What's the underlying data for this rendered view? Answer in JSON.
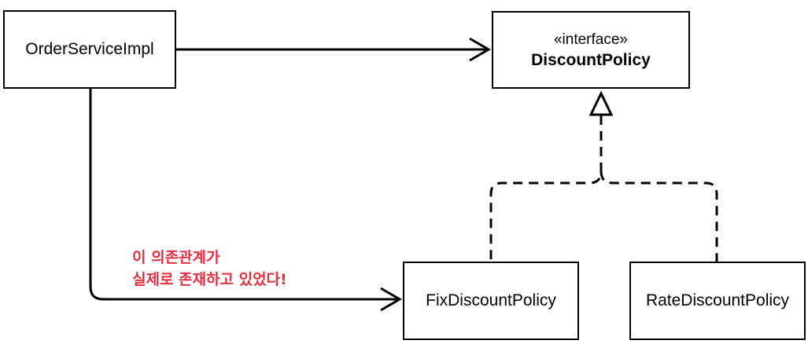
{
  "nodes": {
    "order_service": {
      "label": "OrderServiceImpl"
    },
    "discount_policy": {
      "stereotype": "«interface»",
      "name": "DiscountPolicy"
    },
    "fix_policy": {
      "label": "FixDiscountPolicy"
    },
    "rate_policy": {
      "label": "RateDiscountPolicy"
    }
  },
  "note": {
    "lines": [
      "이 의존관계가",
      "실제로 존재하고 있었다!"
    ],
    "color": "#e7303f"
  },
  "edges": [
    {
      "from": "OrderServiceImpl",
      "to": "DiscountPolicy",
      "kind": "dependency"
    },
    {
      "from": "OrderServiceImpl",
      "to": "FixDiscountPolicy",
      "kind": "dependency"
    },
    {
      "from": "FixDiscountPolicy",
      "to": "DiscountPolicy",
      "kind": "realization"
    },
    {
      "from": "RateDiscountPolicy",
      "to": "DiscountPolicy",
      "kind": "realization"
    }
  ]
}
